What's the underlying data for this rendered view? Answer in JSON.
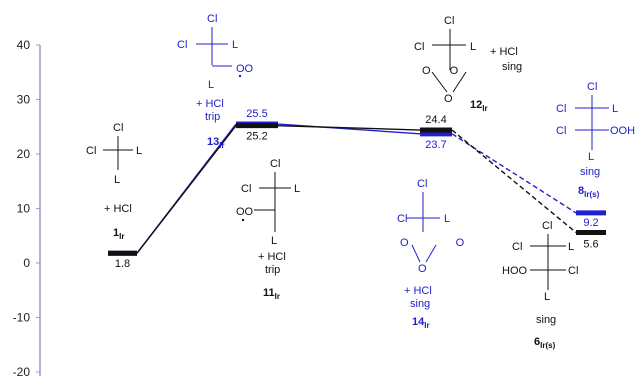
{
  "colors": {
    "black": "#111111",
    "blue": "#2020cc",
    "axis": "#9a9ad0"
  },
  "chart_data": {
    "type": "line",
    "ylim": [
      -20,
      40
    ],
    "y_ticks": [
      -20,
      -10,
      0,
      10,
      20,
      30,
      40
    ],
    "y_tick_labels": [
      "-20",
      "-10",
      "0",
      "10",
      "20",
      "30",
      "40"
    ],
    "series": [
      {
        "color": "black",
        "points": [
          {
            "state": 0,
            "value": 1.8,
            "label": "1.8",
            "bond": "solid"
          },
          {
            "state": 1,
            "value": 25.2,
            "label": "25.2",
            "bond": "solid"
          },
          {
            "state": 2,
            "value": 24.4,
            "label": "24.4",
            "bond": "solid"
          },
          {
            "state": 3,
            "value": 5.6,
            "label": "5.6",
            "bond": "dashed"
          }
        ]
      },
      {
        "color": "blue",
        "points": [
          {
            "state": 0,
            "value": 1.8,
            "label": "",
            "bond": "solid"
          },
          {
            "state": 1,
            "value": 25.5,
            "label": "25.5",
            "bond": "solid"
          },
          {
            "state": 2,
            "value": 23.7,
            "label": "23.7",
            "bond": "solid"
          },
          {
            "state": 3,
            "value": 9.2,
            "label": "9.2",
            "bond": "dashed"
          }
        ]
      }
    ]
  },
  "species": {
    "s1": {
      "center": "Cl",
      "left": "Cl",
      "right": "L",
      "bottom": "L",
      "note": [
        "+ HCl"
      ],
      "id": "1",
      "sub": "Ir"
    },
    "s13": {
      "center": "Cl",
      "left": "Cl",
      "right": "L",
      "bottom": "L",
      "group": "OO",
      "note": [
        "+ HCl",
        "trip"
      ],
      "id": "13",
      "sub": "Ir"
    },
    "s11": {
      "center": "Cl",
      "left": "Cl",
      "right": "L",
      "bottom": "L",
      "group": "OO",
      "note": [
        "+ HCl",
        "trip"
      ],
      "id": "11",
      "sub": "Ir"
    },
    "s12": {
      "top": "Cl",
      "left": "Cl",
      "right": "L",
      "ring": "O O",
      "note": [
        "+ HCl",
        "sing"
      ],
      "id": "12",
      "sub": "Ir"
    },
    "s14": {
      "top": "Cl",
      "left": "Cl",
      "right": "L",
      "ring": "O O",
      "note": [
        "+ HCl",
        "sing"
      ],
      "id": "14",
      "sub": "Ir"
    },
    "s8": {
      "top": "Cl",
      "left": "Cl",
      "left2": "Cl",
      "right": "OOH",
      "bottom": "L",
      "note": [
        "sing"
      ],
      "id": "8",
      "sub": "Ir(s)"
    },
    "s6": {
      "top": "Cl",
      "left": "Cl",
      "left2": "HOO",
      "right": "Cl",
      "bottom": "L",
      "note": [
        "sing"
      ],
      "id": "6",
      "sub": "Ir(s)"
    }
  }
}
